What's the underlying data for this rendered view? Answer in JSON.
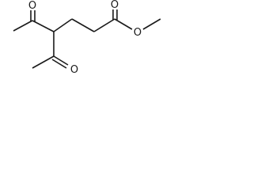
{
  "molecule": {
    "atom_labels": {
      "ester_carbonyl_oxygen": "O",
      "ester_ether_oxygen": "O",
      "acetyl_top_oxygen": "O",
      "acetyl_bottom_oxygen": "O"
    }
  }
}
